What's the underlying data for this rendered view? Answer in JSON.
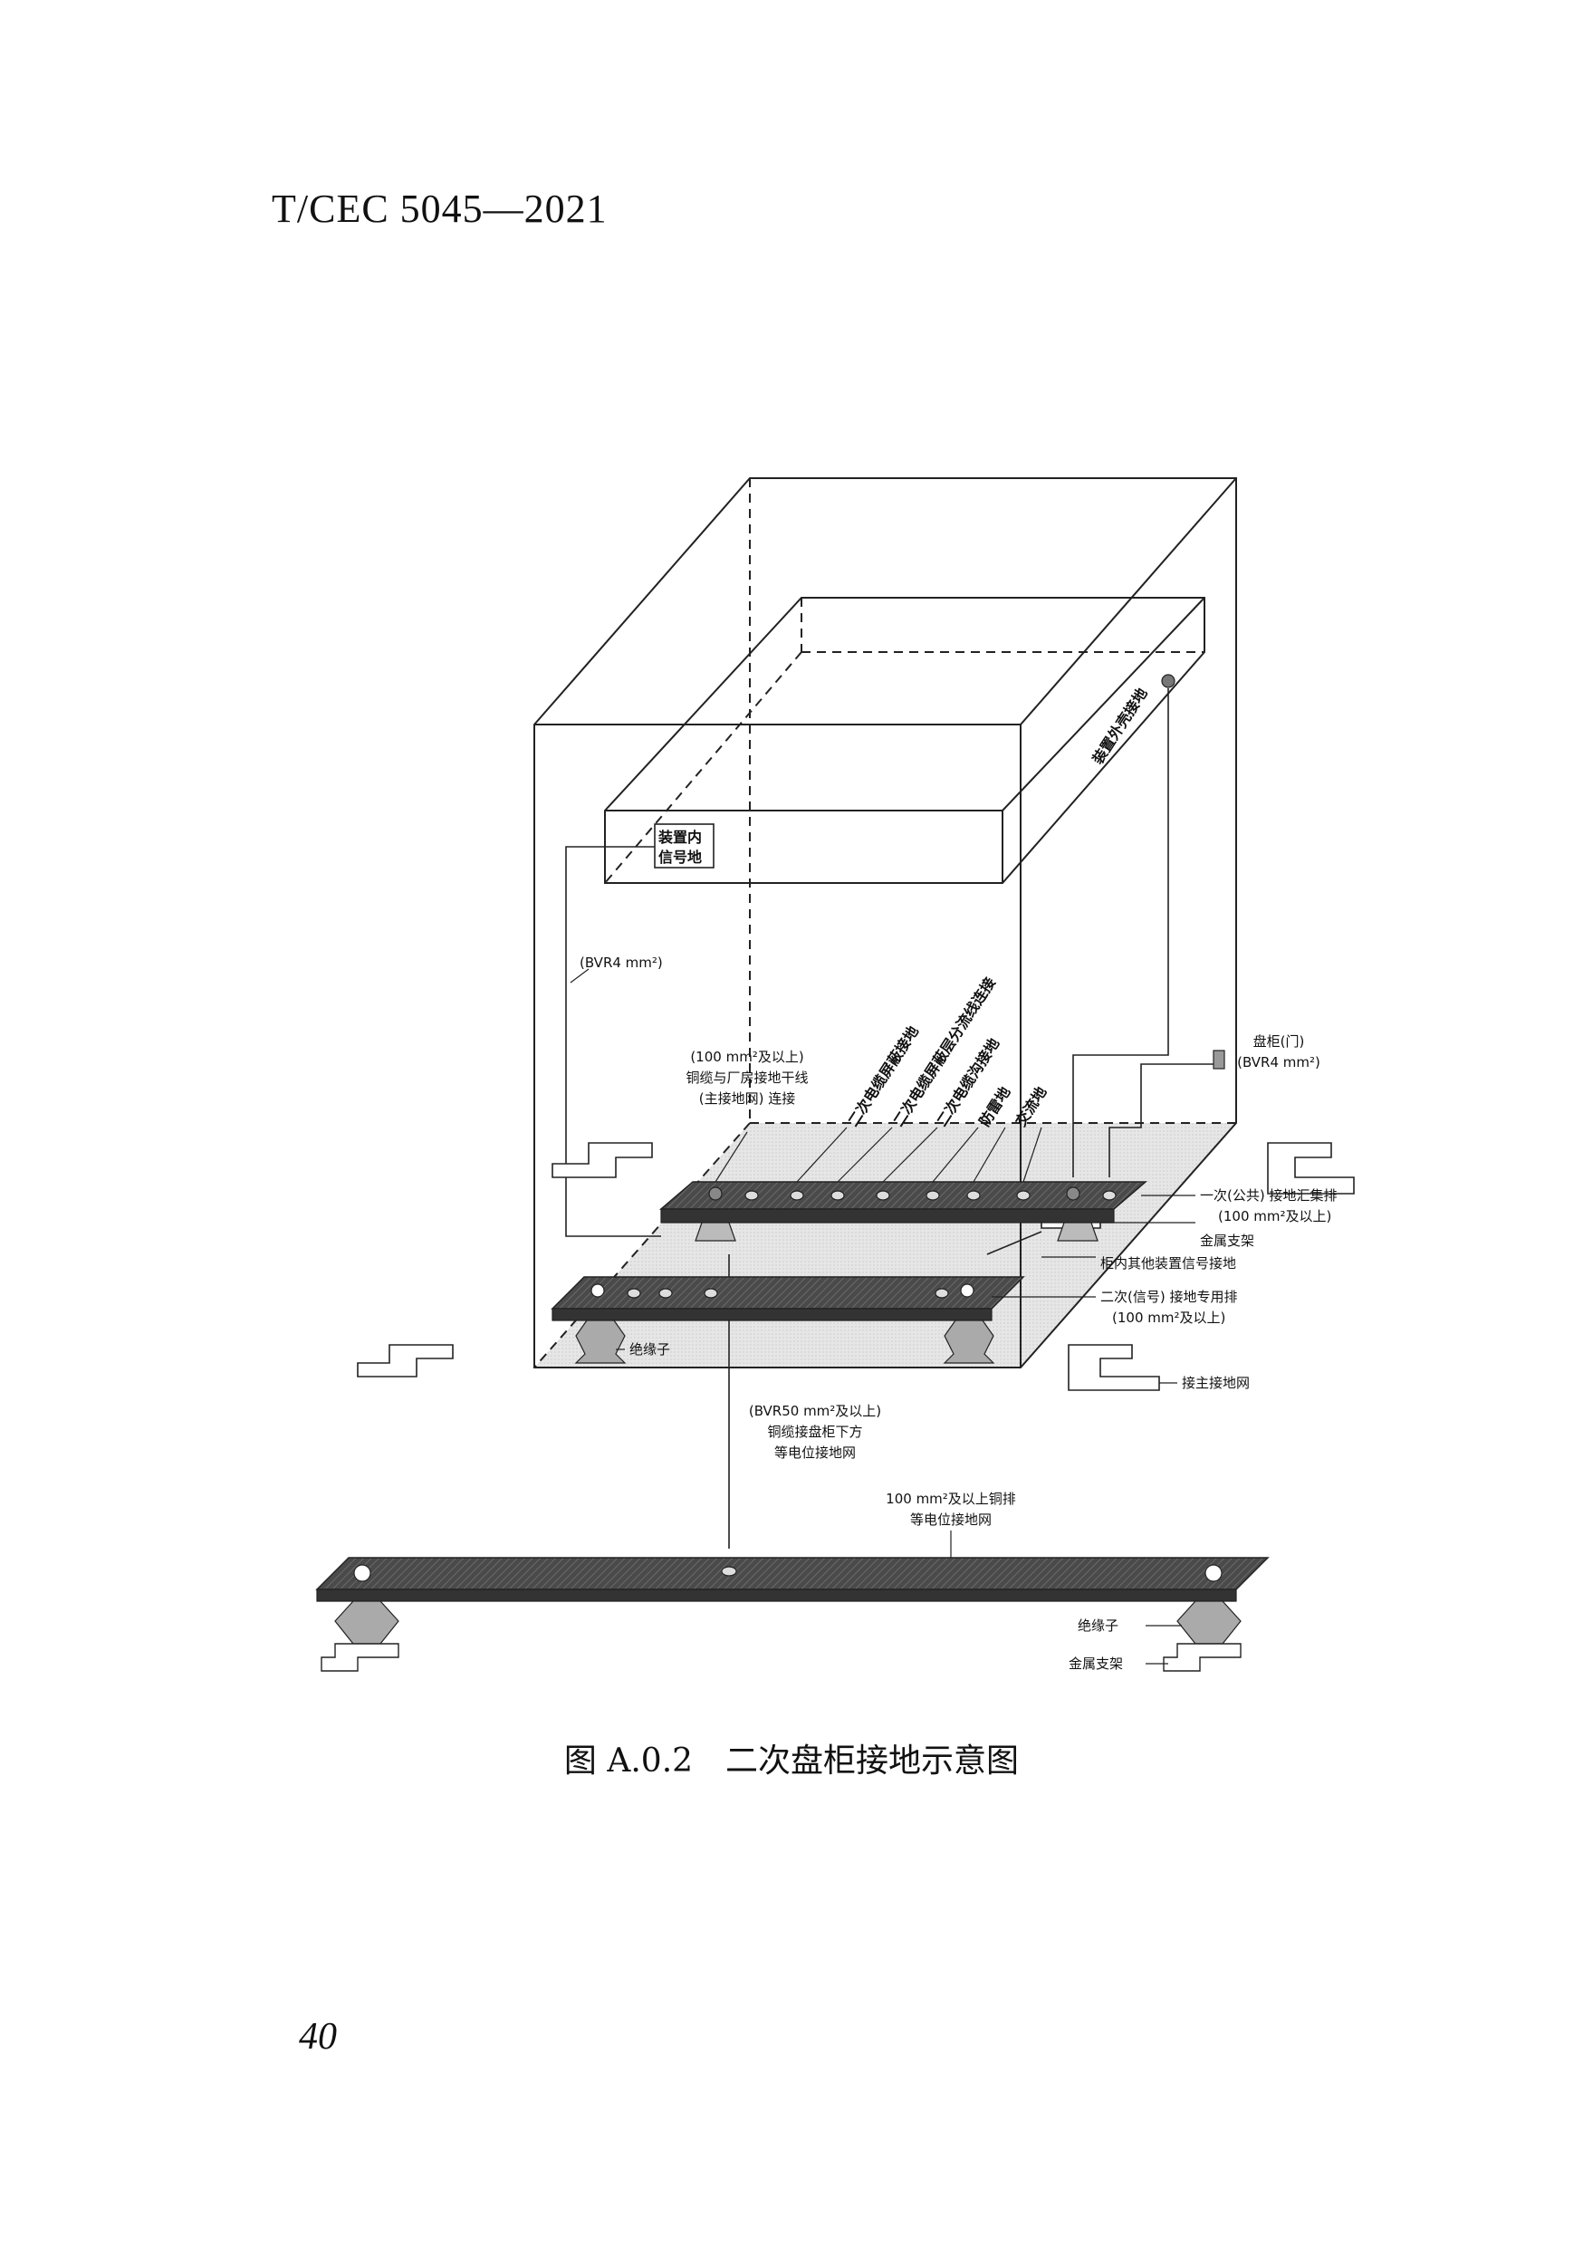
{
  "header": {
    "standard_no": "T/CEC 5045—2021"
  },
  "figure": {
    "caption": "图 A.0.2　二次盘柜接地示意图",
    "labels": {
      "device_signal_ground_1": "装置内",
      "device_signal_ground_2": "信号地",
      "device_housing_ground": "装置外壳接地",
      "bvr4_left": "(BVR4 mm²)",
      "main_conn_1": "(100 mm²及以上)",
      "main_conn_2": "铜缆与厂房接地干线",
      "main_conn_3": "(主接地网) 连接",
      "cable_shield_ground": "二次电缆屏蔽接地",
      "shield_shunt": "二次电缆屏蔽层分流线连接",
      "cable_trench_ground": "二次电缆沟接地",
      "lightning_ground": "防雷地",
      "ac_ground": "交流地",
      "cabinet_door_1": "盘柜(门)",
      "cabinet_door_2": "(BVR4 mm²)",
      "primary_bus_1": "一次(公共) 接地汇集排",
      "primary_bus_2": "(100 mm²及以上)",
      "metal_bracket": "金属支架",
      "other_device_ground": "柜内其他装置信号接地",
      "secondary_bus_1": "二次(信号) 接地专用排",
      "secondary_bus_2": "(100 mm²及以上)",
      "insulator": "绝缘子",
      "to_main_grid": "接主接地网",
      "bvr50_1": "(BVR50 mm²及以上)",
      "bvr50_2": "铜缆接盘柜下方",
      "bvr50_3": "等电位接地网",
      "equi_bus_1": "100 mm²及以上铜排",
      "equi_bus_2": "等电位接地网",
      "insulator_2": "绝缘子",
      "metal_bracket_2": "金属支架"
    }
  },
  "page": {
    "number": "40"
  }
}
